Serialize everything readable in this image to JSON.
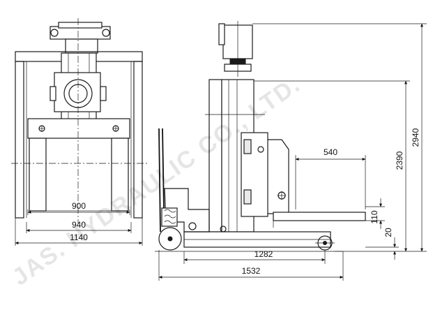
{
  "watermark": "JAS. HYDRAULIC CO., LTD.",
  "front_view": {
    "dimensions": {
      "fork_span": "900",
      "outer_span": "940",
      "overall_width": "1140"
    }
  },
  "side_view": {
    "dimensions": {
      "fork_length": "540",
      "overall_height": "2940",
      "mast_height": "2390",
      "fork_thickness": "110",
      "lowered_height": "20",
      "wheelbase": "1282",
      "overall_length": "1532"
    }
  }
}
